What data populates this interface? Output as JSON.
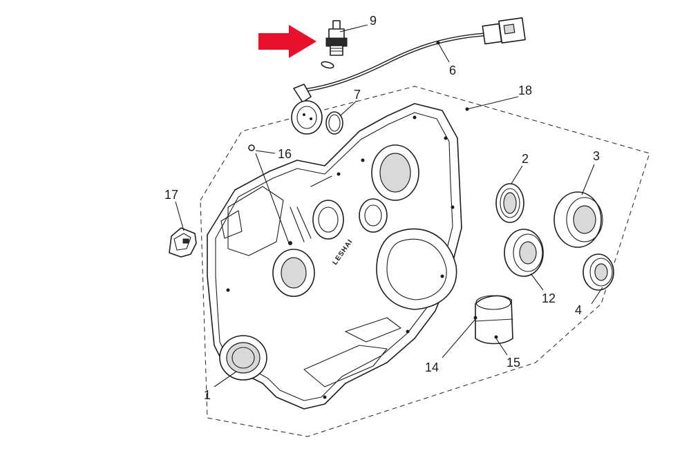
{
  "diagram": {
    "brand_mark": "LESHAI",
    "callouts": [
      "9",
      "6",
      "7",
      "18",
      "16",
      "17",
      "2",
      "3",
      "12",
      "4",
      "14",
      "15",
      "1"
    ],
    "highlight_color": "#e8102a",
    "line_color": "#1c1c1c"
  }
}
